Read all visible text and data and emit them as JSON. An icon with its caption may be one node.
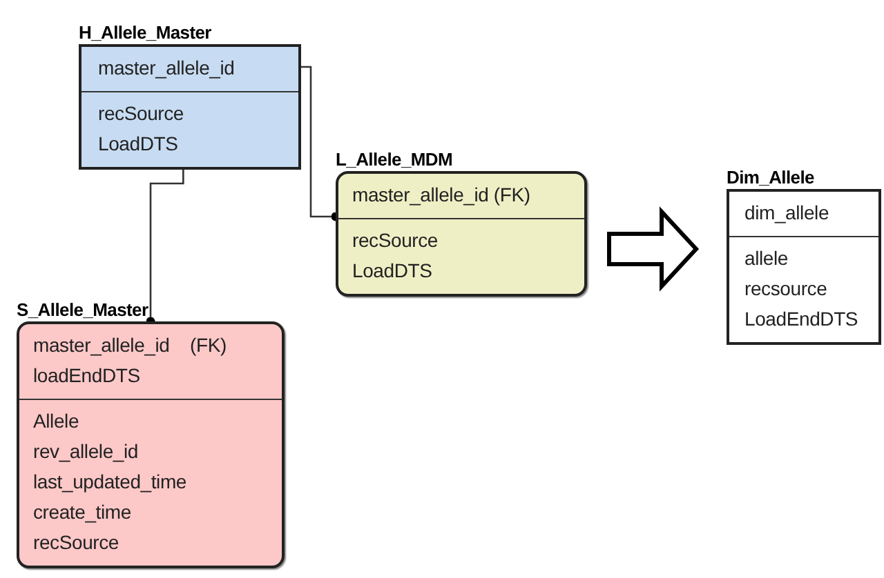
{
  "diagram": {
    "nodes": [
      {
        "text": [
          "H_Allele_Master",
          "master_allele_id",
          "recSource",
          "LoadDTS"
        ]
      },
      {
        "text": [
          "L_Allele_MDM",
          "master_allele_id (FK)",
          "recSource",
          "LoadDTS"
        ]
      },
      {
        "text": [
          "S_Allele_Master",
          "master_allele_id    (FK)",
          "loadEndDTS",
          "Allele",
          "rev_allele_id",
          "last_updated_time",
          "create_time",
          "recSource"
        ]
      },
      {
        "text": [
          "Dim_Allele",
          "dim_allele",
          "allele",
          "recsource",
          "LoadEndDTS"
        ]
      }
    ],
    "edges": [
      {
        "from": 0,
        "to": 2,
        "arrow": "other"
      },
      {
        "from": 0,
        "to": 1,
        "arrow": "other"
      },
      {
        "from": 1,
        "to": 3,
        "arrow": "to",
        "style": "thick"
      }
    ]
  }
}
